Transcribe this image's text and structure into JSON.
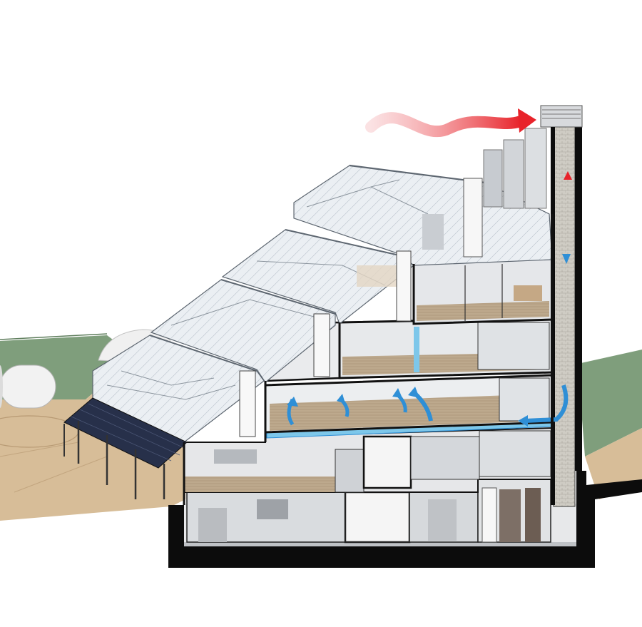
{
  "diagram": {
    "kind": "building-section-cutaway",
    "colors": {
      "background": "#ffffff",
      "lawn": "#7f9e7c",
      "site_ground": "#d7bd98",
      "section_poured": "#0c0c0c",
      "glass_roof": "#e6ecf1",
      "glass_frame": "#5d6670",
      "interior_wall": "#cfd2d6",
      "floor_slab": "#b9a68c",
      "chiller_water": "#7dc7ea",
      "airflow_cool": "#2f8fd6",
      "airflow_warm": "#e8232a",
      "solar_panel": "#27304a",
      "brick_shaft": "#c9c6bf"
    },
    "labels": [],
    "airflow": {
      "cool_arrows": 8,
      "warm_arrows": 2
    }
  }
}
